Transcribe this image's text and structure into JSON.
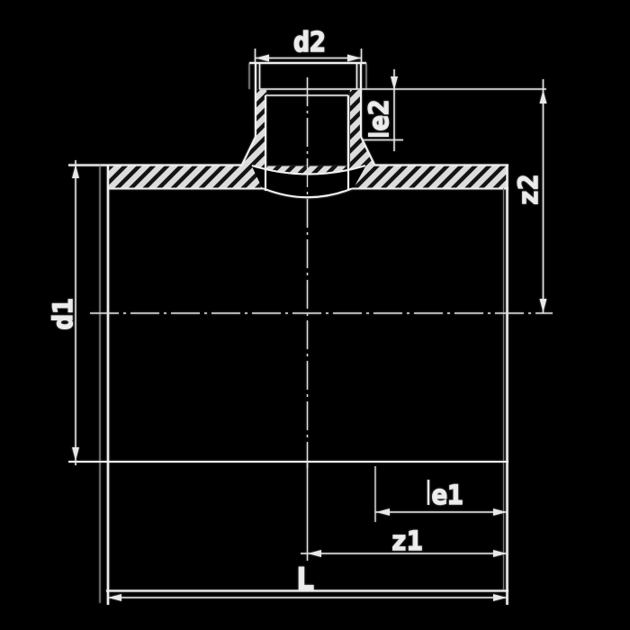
{
  "diagram": {
    "type": "technical-drawing",
    "background_color": "#000000",
    "line_color": "#ededed",
    "labels": {
      "d2": "d2",
      "e2": "e2",
      "z2": "z2",
      "d1": "d1",
      "e1": "e1",
      "z1": "z1",
      "L": "L"
    }
  }
}
